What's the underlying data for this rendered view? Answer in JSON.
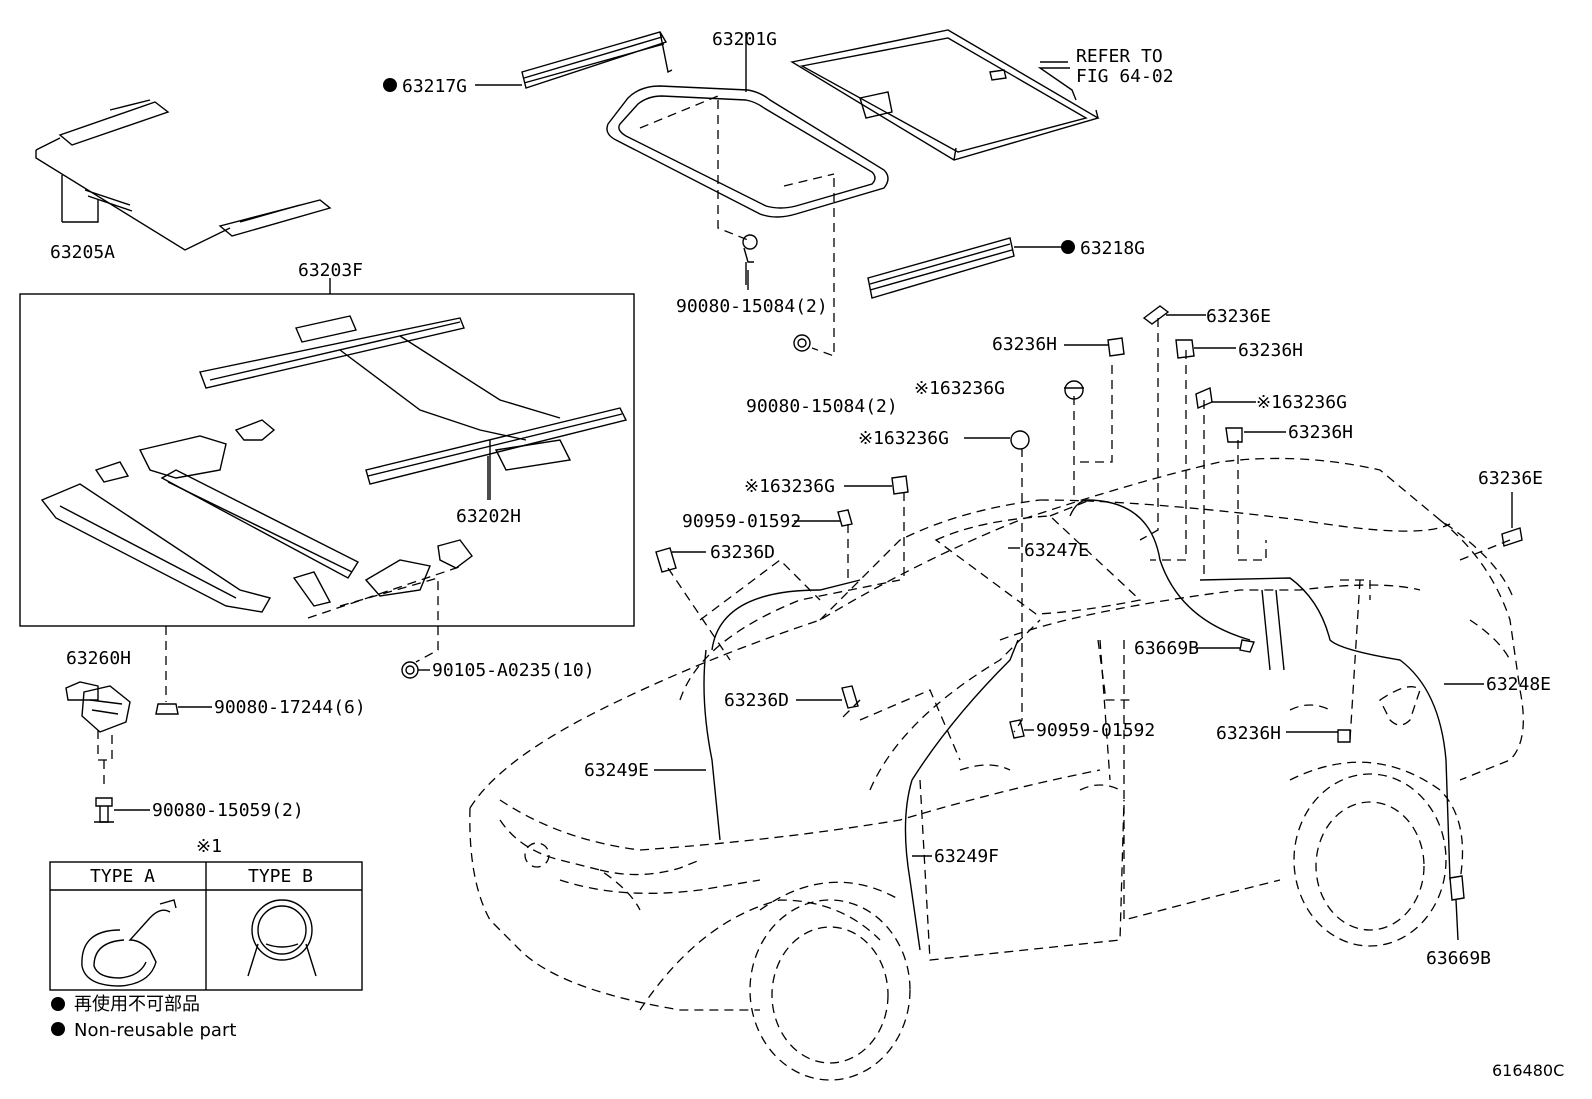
{
  "doc_id": "616480C",
  "labels": {
    "p63217G": "63217G",
    "p63201G": "63201G",
    "refer": [
      "REFER TO",
      "FIG 64-02"
    ],
    "p63205A": "63205A",
    "p63203F": "63203F",
    "p63218G": "63218G",
    "p90080_15084_a": "90080-15084(2)",
    "p90080_15084_b": "90080-15084(2)",
    "p63236E_top": "63236E",
    "p63236H_1": "63236H",
    "p63236H_2": "63236H",
    "p63236G_1": "※163236G",
    "p63236G_2": "※163236G",
    "p63236G_3": "※163236G",
    "p63236G_4": "※163236G",
    "p63236H_3": "63236H",
    "p63236E_right": "63236E",
    "p63202H": "63202H",
    "p90959_01592_a": "90959-01592",
    "p63236D_1": "63236D",
    "p63247E": "63247E",
    "p63669B_1": "63669B",
    "p63260H": "63260H",
    "p90105": "90105-A0235(10)",
    "p63236D_2": "63236D",
    "p63248E": "63248E",
    "p90080_17244": "90080-17244(6)",
    "p90959_01592_b": "90959-01592",
    "p63236H_4": "63236H",
    "p63249E": "63249E",
    "p90080_15059": "90080-15059(2)",
    "p63249F": "63249F",
    "p63669B_2": "63669B"
  },
  "legend": {
    "note_mark": "※1",
    "type_a": "TYPE A",
    "type_b": "TYPE B",
    "bullet_jp": "再使用不可部品",
    "bullet_en": "Non-reusable part"
  }
}
